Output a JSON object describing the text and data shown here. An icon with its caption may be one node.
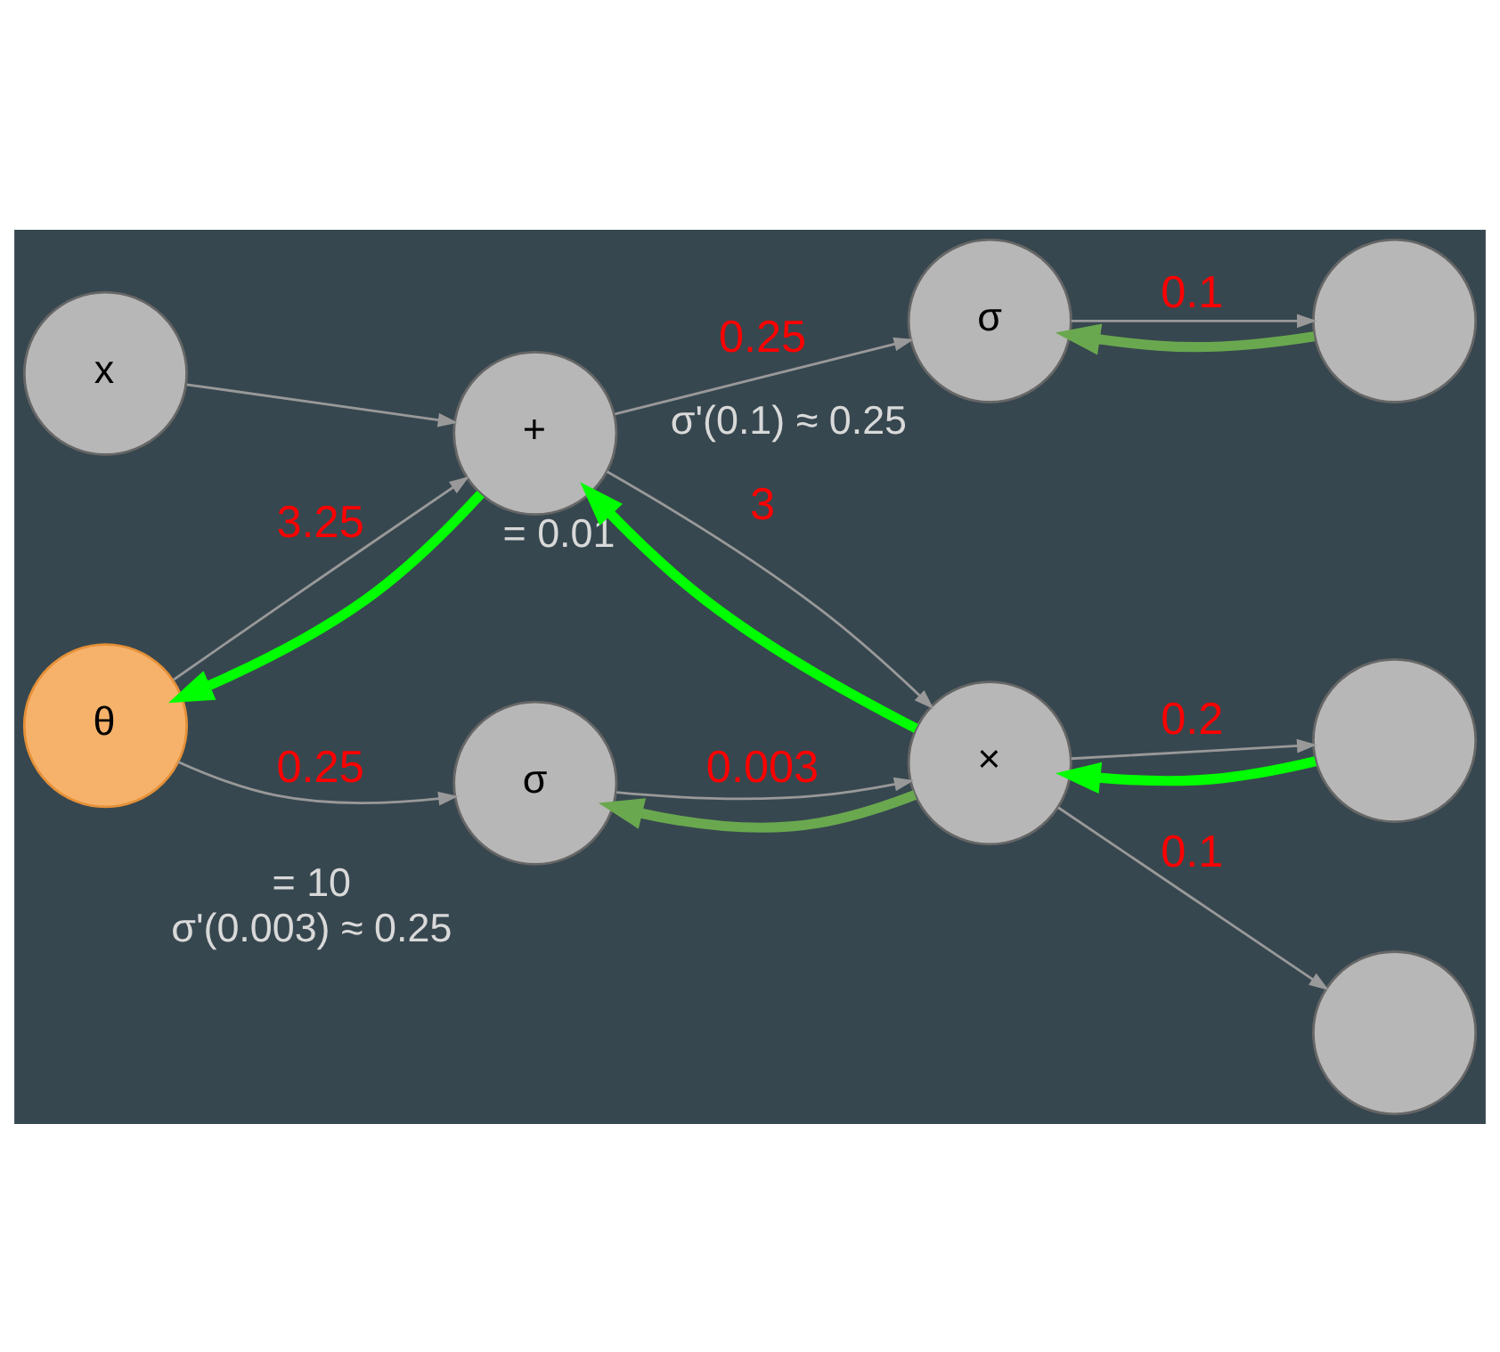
{
  "diagram": {
    "nodes": [
      {
        "text": [],
        "shape": "circle"
      },
      {
        "text": [
          "x"
        ]
      },
      {
        "text": [
          "σ"
        ],
        "beside": [
          "σ'(0.1) ≈ 0.25"
        ]
      },
      {
        "text": [
          "+"
        ],
        "beside": [
          "= 0.01"
        ]
      },
      {
        "text": [],
        "shape": "circle"
      },
      {
        "text": [
          "θ"
        ]
      },
      {
        "text": [
          "×"
        ]
      },
      {
        "text": [
          "σ"
        ],
        "beside": [
          "= 10",
          "σ'(0.003) ≈ 0.25"
        ]
      },
      {
        "text": [],
        "shape": "circle"
      }
    ],
    "edges": [
      {
        "from": 1,
        "to": 3,
        "arrow": "to"
      },
      {
        "from": 5,
        "to": 3,
        "arrow": "to",
        "label": "3.25"
      },
      {
        "from": 5,
        "to": 7,
        "arrow": "to",
        "label": "0.25"
      },
      {
        "from": 3,
        "to": 2,
        "arrow": "to",
        "label": "0.25"
      },
      {
        "from": 3,
        "to": 6,
        "arrow": "to",
        "label": "3"
      },
      {
        "from": 7,
        "to": 6,
        "arrow": "to",
        "label": "0.003"
      },
      {
        "from": 2,
        "to": 0,
        "arrow": "to",
        "label": "0.1"
      },
      {
        "from": 6,
        "to": 4,
        "arrow": "to",
        "label": "0.2"
      },
      {
        "from": 6,
        "to": 8,
        "arrow": "to",
        "label": "0.1"
      },
      {
        "from": 0,
        "to": 2,
        "arrow": "to",
        "style": "thick",
        "color": "#6aa84f"
      },
      {
        "from": 4,
        "to": 6,
        "arrow": "to",
        "style": "thick",
        "color": "#00ff00"
      },
      {
        "from": 6,
        "to": 3,
        "arrow": "to",
        "style": "thick",
        "color": "#00ff00"
      },
      {
        "from": 3,
        "to": 5,
        "arrow": "to",
        "style": "thick",
        "color": "#00ff00"
      },
      {
        "from": 6,
        "to": 7,
        "arrow": "to",
        "style": "thick",
        "color": "#6aa84f"
      }
    ]
  }
}
